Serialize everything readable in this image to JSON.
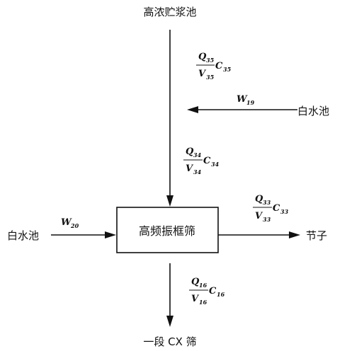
{
  "nodes": {
    "top_source": "高浓贮浆池",
    "white_water_right": "白水池",
    "white_water_left": "白水池",
    "screen": "高频振框筛",
    "rejects": "节子",
    "bottom": "一段 CX 筛"
  },
  "flows": {
    "f35": {
      "Q": "Q",
      "V": "V",
      "C": "C",
      "q_sub": "35",
      "v_sub": "35",
      "c_sub": "35"
    },
    "w19": {
      "W": "W",
      "sub": "19"
    },
    "f34": {
      "Q": "Q",
      "V": "V",
      "C": "C",
      "q_sub": "34",
      "v_sub": "34",
      "c_sub": "34"
    },
    "w20": {
      "W": "W",
      "sub": "20"
    },
    "f33": {
      "Q": "Q",
      "V": "V",
      "C": "C",
      "q_sub": "33",
      "v_sub": "33",
      "c_sub": "33"
    },
    "f16": {
      "Q": "Q",
      "V": "V",
      "C": "C",
      "q_sub": "16",
      "v_sub": "16",
      "c_sub": "16"
    }
  }
}
